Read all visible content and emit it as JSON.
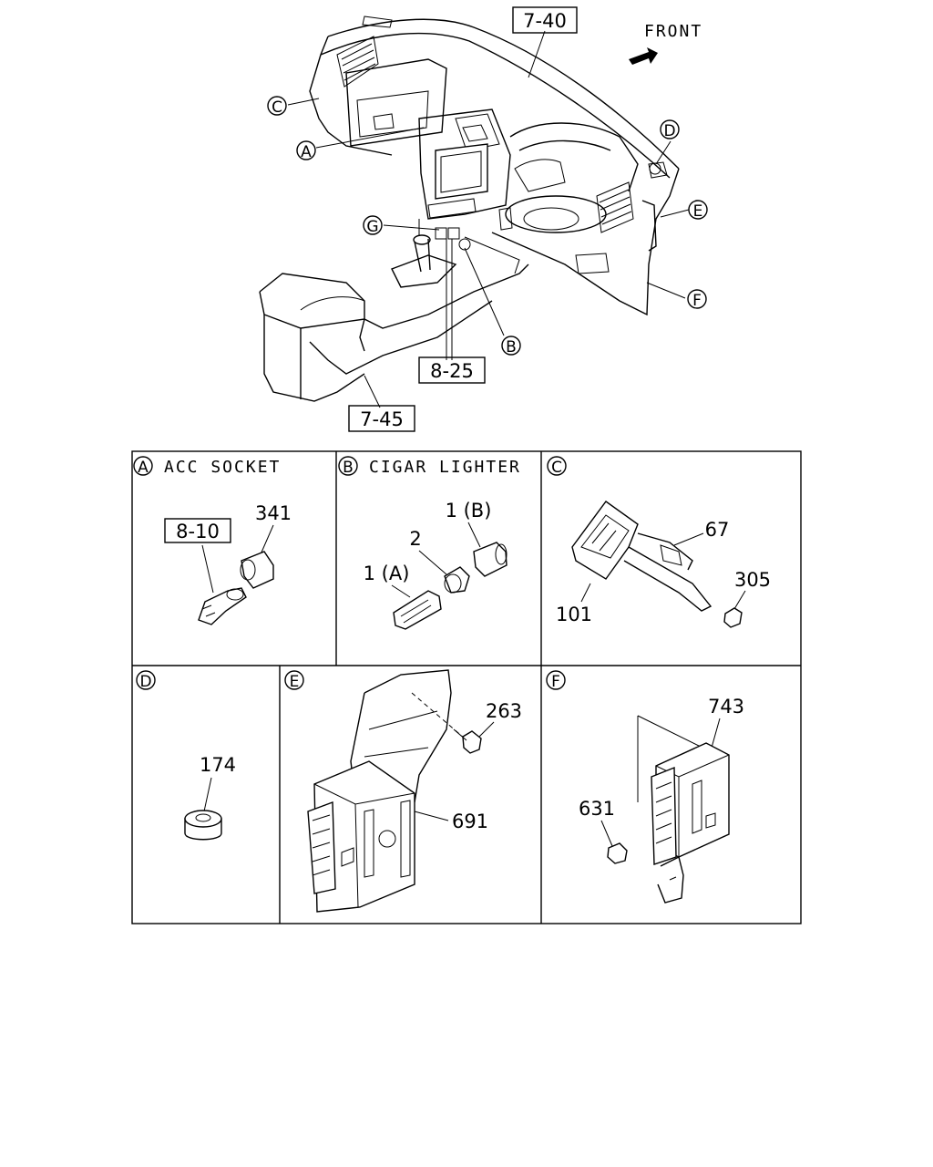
{
  "overview": {
    "front_label": "FRONT",
    "refs": {
      "r740": "7-40",
      "r825": "8-25",
      "r745": "7-45"
    },
    "callouts": {
      "A": "A",
      "B": "B",
      "C": "C",
      "D": "D",
      "E": "E",
      "F": "F",
      "G": "G"
    }
  },
  "panels": {
    "A": {
      "letter": "A",
      "title": "ACC SOCKET",
      "ref": "8-10",
      "parts": [
        "341"
      ]
    },
    "B": {
      "letter": "B",
      "title": "CIGAR LIGHTER",
      "parts": [
        "1 (B)",
        "2",
        "1 (A)"
      ]
    },
    "C": {
      "letter": "C",
      "title": "",
      "parts": [
        "67",
        "305",
        "101"
      ]
    },
    "D": {
      "letter": "D",
      "title": "",
      "parts": [
        "174"
      ]
    },
    "E": {
      "letter": "E",
      "title": "",
      "parts": [
        "263",
        "691"
      ]
    },
    "F": {
      "letter": "F",
      "title": "",
      "parts": [
        "743",
        "631"
      ]
    }
  }
}
